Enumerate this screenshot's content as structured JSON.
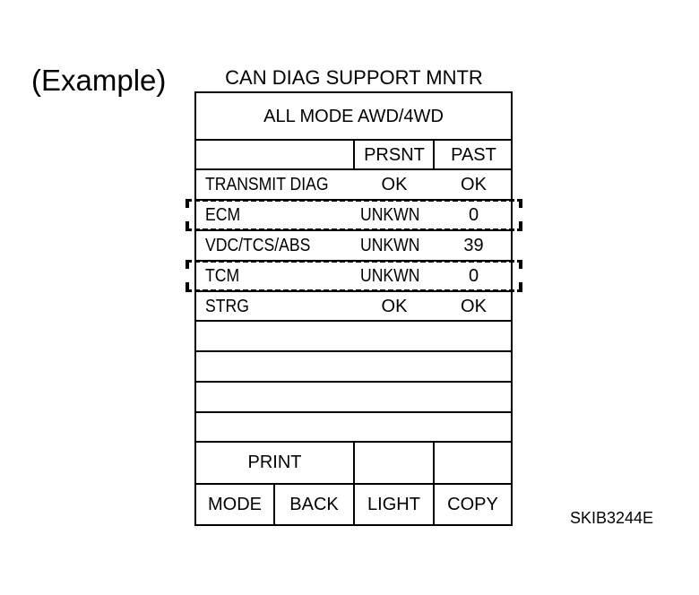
{
  "caption": "(Example)",
  "screen": {
    "title": "CAN DIAG SUPPORT MNTR",
    "mode_header": "ALL MODE AWD/4WD",
    "columns": [
      "",
      "PRSNT",
      "PAST"
    ],
    "rows": [
      {
        "name": "TRANSMIT DIAG",
        "present": "OK",
        "past": "OK",
        "highlighted": false
      },
      {
        "name": "ECM",
        "present": "UNKWN",
        "past": "0",
        "highlighted": true
      },
      {
        "name": "VDC/TCS/ABS",
        "present": "UNKWN",
        "past": "39",
        "highlighted": false
      },
      {
        "name": "TCM",
        "present": "UNKWN",
        "past": "0",
        "highlighted": true
      },
      {
        "name": "STRG",
        "present": "OK",
        "past": "OK",
        "highlighted": false
      },
      {
        "name": "",
        "present": "",
        "past": ""
      },
      {
        "name": "",
        "present": "",
        "past": ""
      },
      {
        "name": "",
        "present": "",
        "past": ""
      },
      {
        "name": "",
        "present": "",
        "past": ""
      }
    ],
    "buttons": {
      "print": "PRINT",
      "mode": "MODE",
      "back": "BACK",
      "light": "LIGHT",
      "copy": "COPY"
    }
  },
  "figure_code": "SKIB3244E",
  "colors": {
    "line": "#000000",
    "background": "#ffffff"
  }
}
